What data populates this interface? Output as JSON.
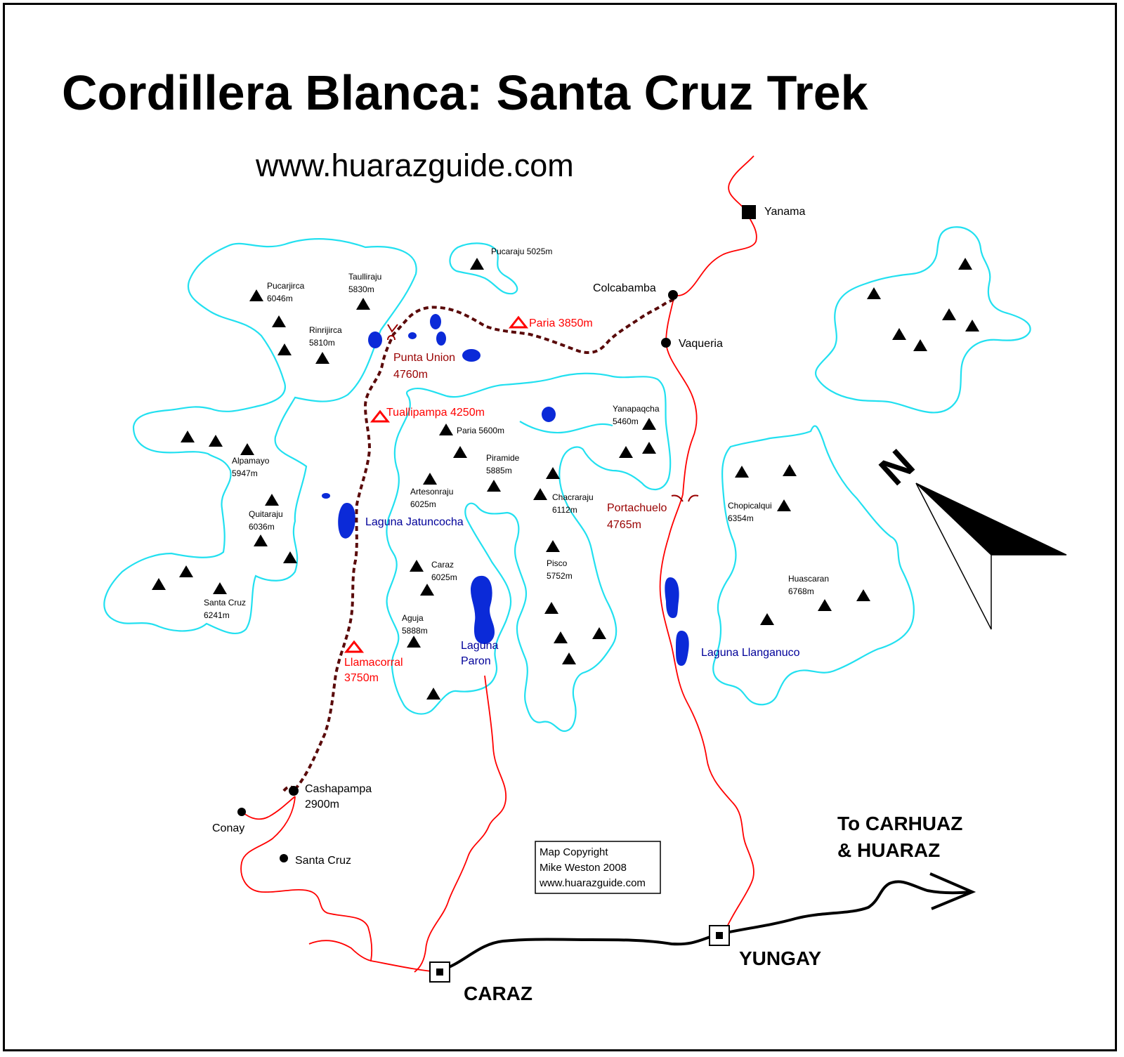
{
  "title": "Cordillera Blanca: Santa Cruz Trek",
  "website": "www.huarazguide.com",
  "places": {
    "yanama": "Yanama",
    "colcabamba": "Colcabamba",
    "vaqueria": "Vaqueria",
    "cashapampa": "Cashapampa",
    "cashapampa_alt": "2900m",
    "conay": "Conay",
    "santa_cruz_village": "Santa Cruz"
  },
  "peaks": {
    "pucaraju": "Pucaraju 5025m",
    "pucarjirca_name": "Pucarjirca",
    "pucarjirca_alt": "6046m",
    "taulliraju_name": "Taulliraju",
    "taulliraju_alt": "5830m",
    "rinrijirca_name": "Rinrijirca",
    "rinrijirca_alt": "5810m",
    "alpamayo_name": "Alpamayo",
    "alpamayo_alt": "5947m",
    "quitaraju_name": "Quitaraju",
    "quitaraju_alt": "6036m",
    "santacruz_name": "Santa Cruz",
    "santacruz_alt": "6241m",
    "paria": "Paria 5600m",
    "piramide_name": "Piramide",
    "piramide_alt": "5885m",
    "artesonraju_name": "Artesonraju",
    "artesonraju_alt": "6025m",
    "caraz_name": "Caraz",
    "caraz_alt": "6025m",
    "aguja_name": "Aguja",
    "aguja_alt": "5888m",
    "yanapaqcha_name": "Yanapaqcha",
    "yanapaqcha_alt": "5460m",
    "chacraraju_name": "Chacraraju",
    "chacraraju_alt": "6112m",
    "pisco_name": "Pisco",
    "pisco_alt": "5752m",
    "chopicalqui_name": "Chopicalqui",
    "chopicalqui_alt": "6354m",
    "huascaran_name": "Huascaran",
    "huascaran_alt": "6768m"
  },
  "camps": {
    "paria": "Paria 3850m",
    "tuallipampa": "Tuallipampa 4250m",
    "llamacorral_name": "Llamacorral",
    "llamacorral_alt": "3750m"
  },
  "passes": {
    "punta_union_name": "Punta Union",
    "punta_union_alt": "4760m",
    "portachuelo_name": "Portachuelo",
    "portachuelo_alt": "4765m"
  },
  "lakes": {
    "jatuncocha": "Laguna Jatuncocha",
    "paron_1": "Laguna",
    "paron_2": "Paron",
    "llanganuco": "Laguna Llanganuco"
  },
  "towns": {
    "caraz": "CARAZ",
    "yungay": "YUNGAY",
    "to_1": "To CARHUAZ",
    "to_2": "& HUARAZ"
  },
  "copyright": {
    "line1": "Map Copyright",
    "line2": "Mike Weston 2008",
    "line3": "www.huarazguide.com"
  },
  "compass": {
    "north_label": "N"
  },
  "colors": {
    "glacier": "#22e0f0",
    "road": "#ff0000",
    "trail": "#5a0a0a",
    "lake": "#0b2ad8",
    "camp": "#ff0000",
    "pass": "#990000"
  }
}
